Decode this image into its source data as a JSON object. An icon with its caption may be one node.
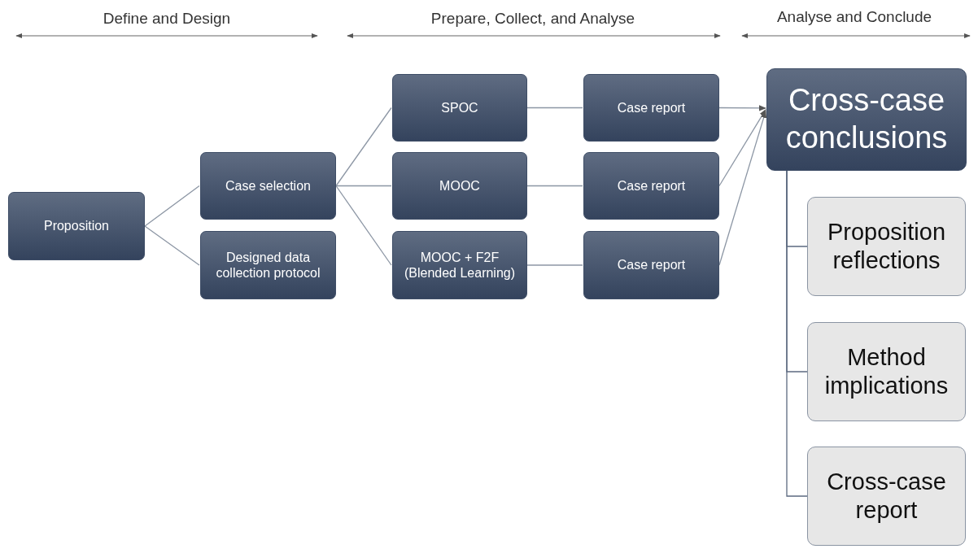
{
  "diagram": {
    "nodes": [
      {
        "text": [
          "Proposition"
        ]
      },
      {
        "text": [
          "Case selection"
        ]
      },
      {
        "text": [
          "Designed data collection protocol"
        ]
      },
      {
        "text": [
          "SPOC"
        ]
      },
      {
        "text": [
          "MOOC"
        ]
      },
      {
        "text": [
          "MOOC + F2F (Blended Learning)"
        ]
      },
      {
        "text": [
          "Case report"
        ]
      },
      {
        "text": [
          "Case report"
        ]
      },
      {
        "text": [
          "Case report"
        ]
      },
      {
        "text": [
          "Cross-case conclusions"
        ]
      },
      {
        "text": [
          "Proposition reflections"
        ]
      },
      {
        "text": [
          "Method implications"
        ]
      },
      {
        "text": [
          "Cross-case report"
        ]
      }
    ],
    "edges": [
      {
        "from": 0,
        "to": 1,
        "arrow": "none"
      },
      {
        "from": 0,
        "to": 2,
        "arrow": "none"
      },
      {
        "from": 1,
        "to": 3,
        "arrow": "none"
      },
      {
        "from": 1,
        "to": 4,
        "arrow": "none"
      },
      {
        "from": 1,
        "to": 5,
        "arrow": "none"
      },
      {
        "from": 3,
        "to": 6,
        "arrow": "none"
      },
      {
        "from": 4,
        "to": 7,
        "arrow": "none"
      },
      {
        "from": 5,
        "to": 8,
        "arrow": "none"
      },
      {
        "from": 6,
        "to": 9,
        "arrow": "to"
      },
      {
        "from": 7,
        "to": 9,
        "arrow": "to"
      },
      {
        "from": 8,
        "to": 9,
        "arrow": "to"
      },
      {
        "from": 9,
        "to": 10,
        "arrow": "none"
      },
      {
        "from": 9,
        "to": 11,
        "arrow": "none"
      },
      {
        "from": 9,
        "to": 12,
        "arrow": "none"
      }
    ],
    "labels": [
      "Define and Design",
      "Prepare, Collect, and Analyse",
      "Analyse and Conclude"
    ]
  }
}
